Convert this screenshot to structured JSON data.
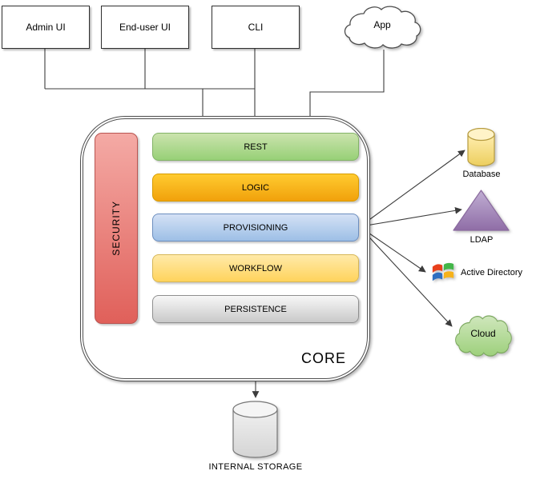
{
  "clients": [
    {
      "label": "Admin UI",
      "shape": "rectangle"
    },
    {
      "label": "End-user UI",
      "shape": "rectangle"
    },
    {
      "label": "CLI",
      "shape": "rectangle"
    },
    {
      "label": "App",
      "shape": "cloud"
    }
  ],
  "core": {
    "label": "CORE",
    "border_style": "double rounded rectangle",
    "security": {
      "label": "SECURITY",
      "fill_top": "#f4aaa5",
      "fill_bottom": "#e0605a",
      "border": "#b85450"
    },
    "layers": [
      {
        "label": "REST",
        "fill_top": "#cbe3ad",
        "fill_bottom": "#97d077",
        "border": "#82b366"
      },
      {
        "label": "LOGIC",
        "fill_top": "#ffcb30",
        "fill_bottom": "#f1a10b",
        "border": "#d79b00"
      },
      {
        "label": "PROVISIONING",
        "fill_top": "#d4e1f5",
        "fill_bottom": "#9dbfe6",
        "border": "#6c8ebf"
      },
      {
        "label": "WORKFLOW",
        "fill_top": "#ffeaa9",
        "fill_bottom": "#ffd35c",
        "border": "#d6b656"
      },
      {
        "label": "PERSISTENCE",
        "fill_top": "#f7f7f7",
        "fill_bottom": "#c9c9c9",
        "border": "#8f8f8f"
      }
    ]
  },
  "external_systems": [
    {
      "label": "Database",
      "shape": "cylinder",
      "fill": "#f7dc74",
      "border": "#b69b3f"
    },
    {
      "label": "LDAP",
      "shape": "triangle",
      "fill": "#a287b8",
      "border": "#8a6a9e"
    },
    {
      "label": "Active Directory",
      "shape": "windows-flag-logo"
    },
    {
      "label": "Cloud",
      "shape": "cloud",
      "fill": "#aed68d",
      "border": "#7ca85f"
    }
  ],
  "storage": {
    "label": "INTERNAL STORAGE",
    "shape": "cylinder",
    "fill": "#e4e4e4",
    "border": "#777777"
  },
  "connections": {
    "clients_to": "REST",
    "provisioning_to": [
      "Database",
      "LDAP",
      "Active Directory",
      "Cloud"
    ],
    "persistence_to": "INTERNAL STORAGE",
    "line_color": "#3c3c3c"
  }
}
